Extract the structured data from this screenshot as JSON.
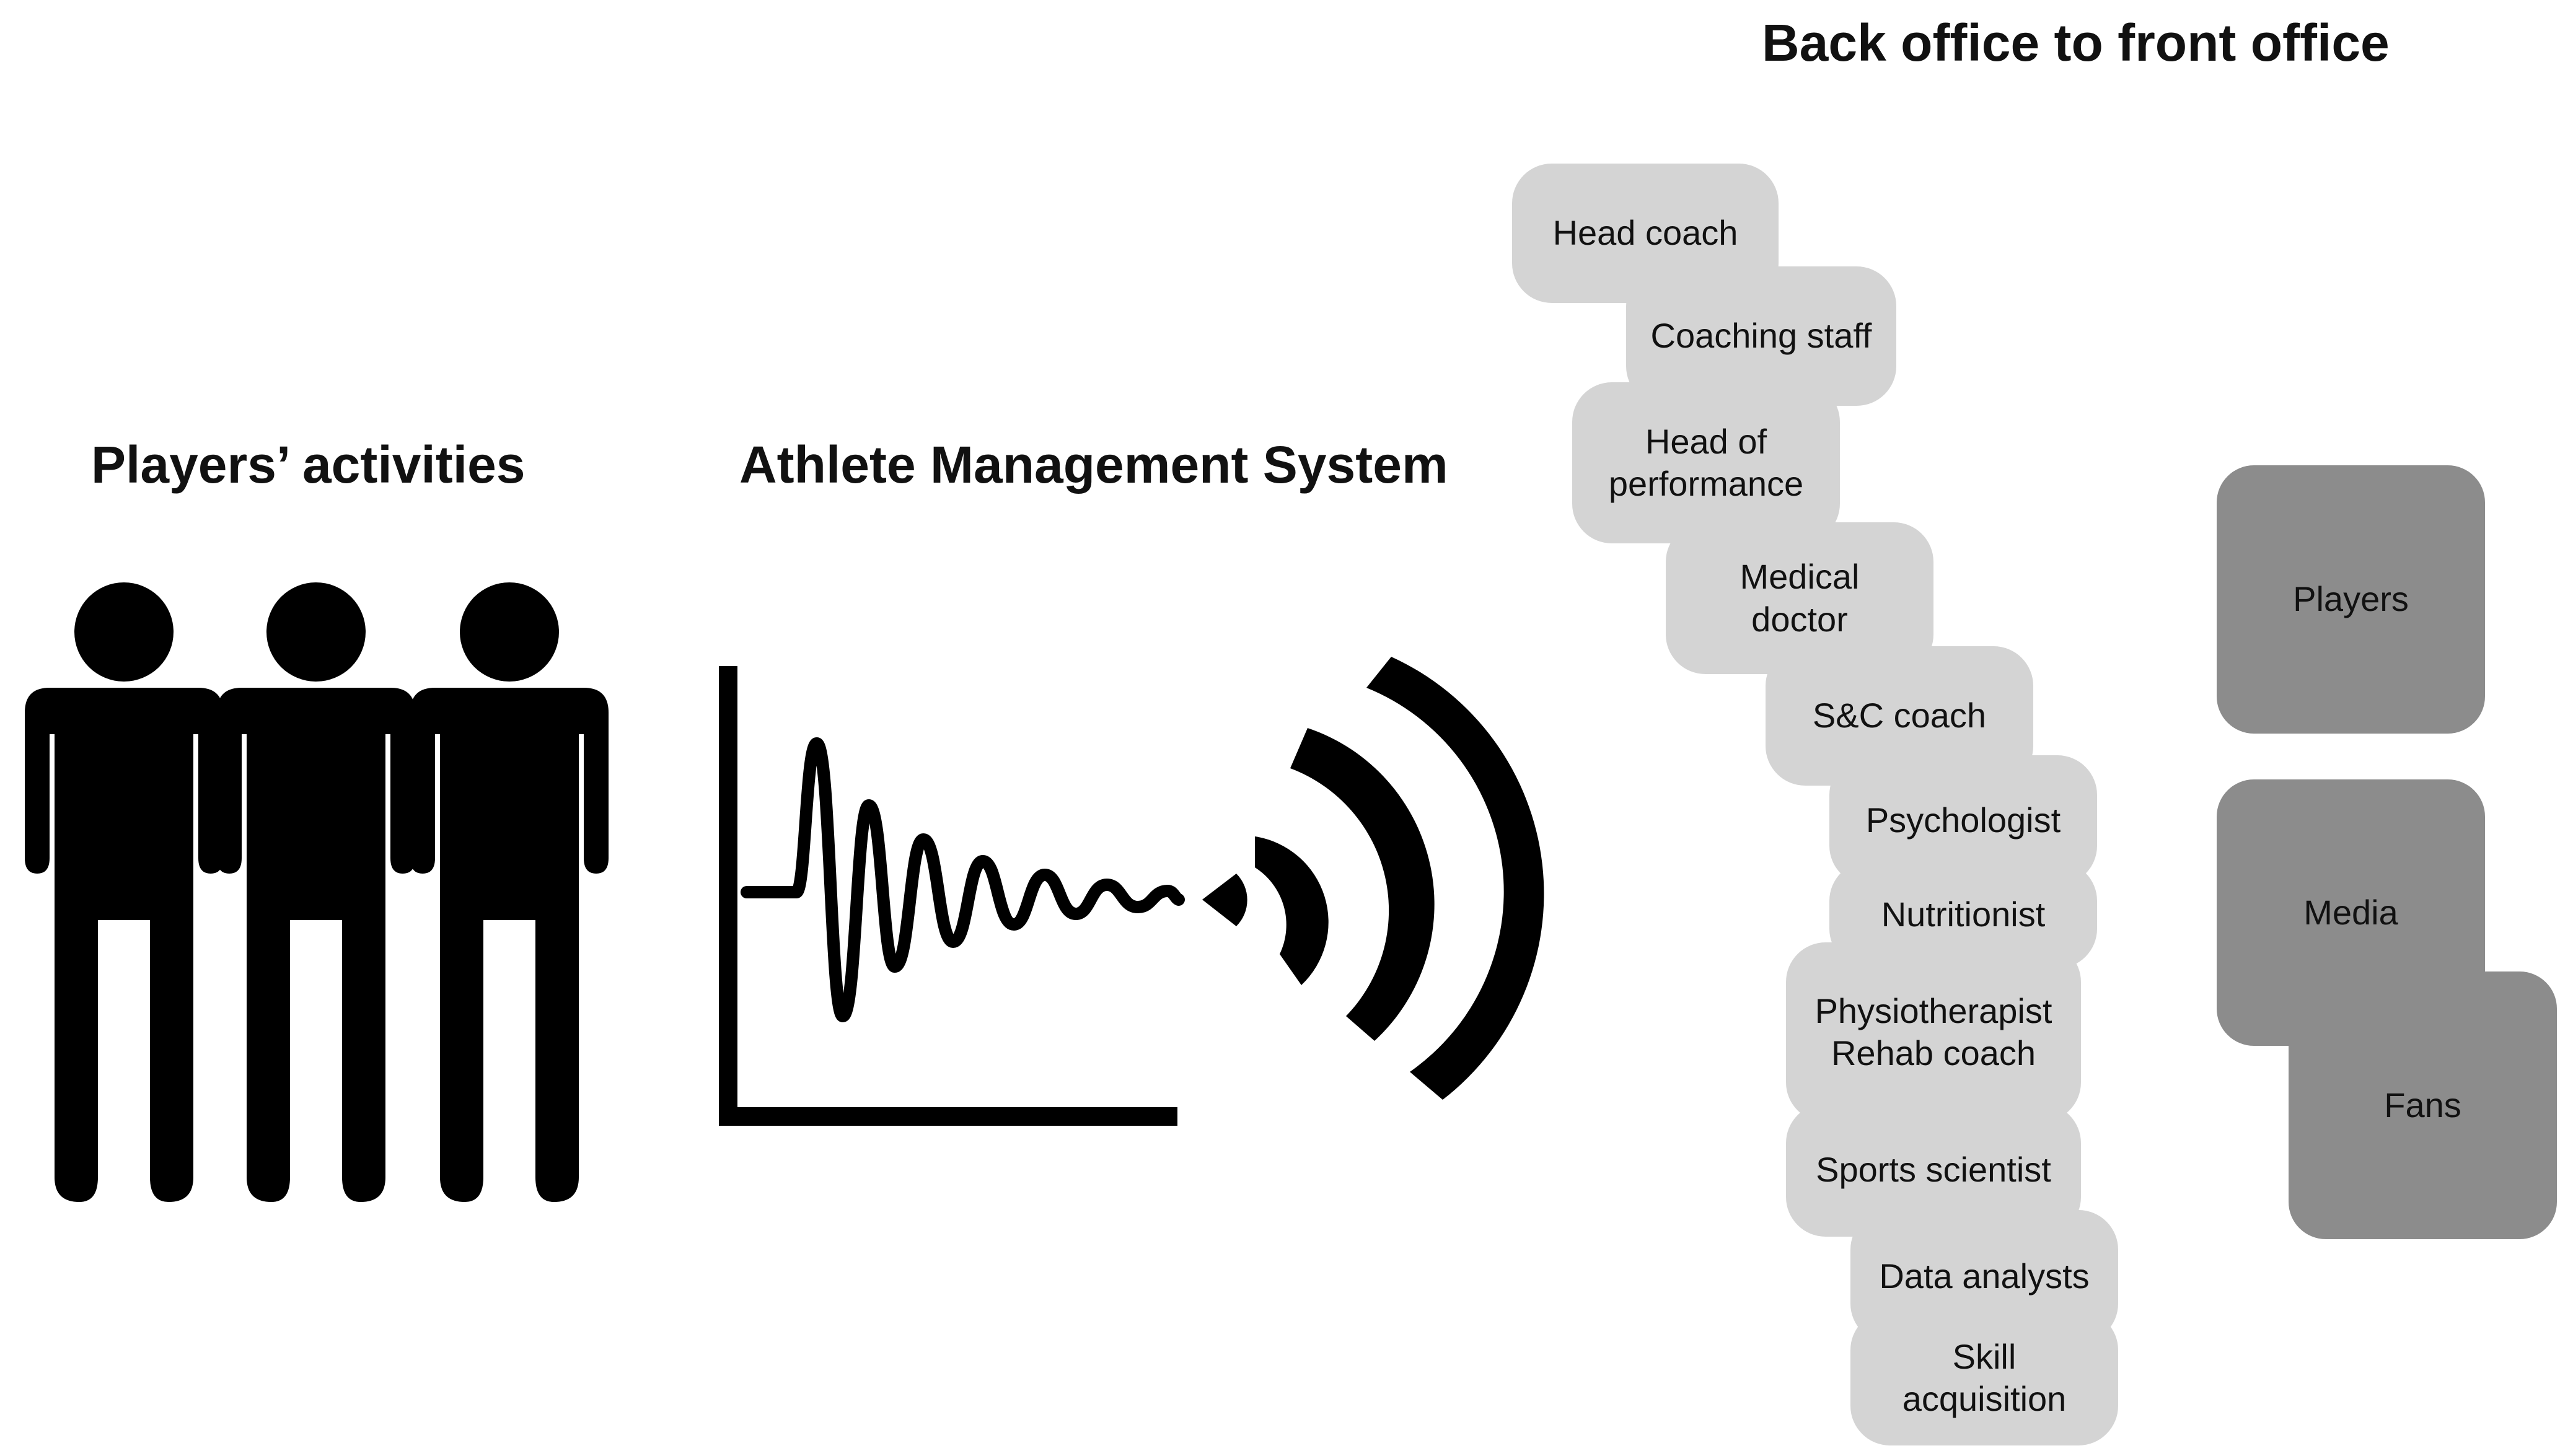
{
  "headings": {
    "players": "Players’ activities",
    "ams": "Athlete Management System",
    "back_office": "Back office to front office"
  },
  "back_office_roles": [
    "Head coach",
    "Coaching staff",
    "Head of\nperformance",
    "Medical\ndoctor",
    "S&C coach",
    "Psychologist",
    "Nutritionist",
    "Physiotherapist\nRehab coach",
    "Sports scientist",
    "Data analysts",
    "Skill\nacquisition"
  ],
  "front_office": [
    "Players",
    "Media",
    "Fans"
  ],
  "colors": {
    "staff_box": "#d4d4d4",
    "front_box": "#8c8c8c",
    "icon": "#000000"
  },
  "icons": [
    "person-icon",
    "signal-chart-icon",
    "wireless-waves-icon"
  ]
}
